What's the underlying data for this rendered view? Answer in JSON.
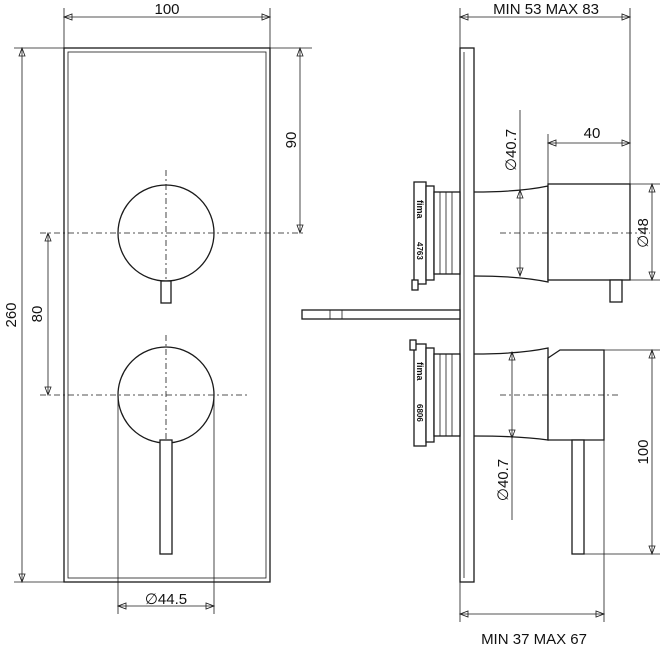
{
  "dimensions": {
    "width_top": "100",
    "upper_offset": "90",
    "height_total": "260",
    "knob_spacing": "80",
    "knob_diameter": "∅44.5",
    "depth_range_top": "MIN 53 MAX 83",
    "knob_depth": "40",
    "body_diameter_upper": "∅40.7",
    "knob_outer_diameter": "∅48",
    "body_diameter_lower": "∅40.7",
    "lever_length": "100",
    "depth_range_bottom": "MIN 37 MAX 67"
  },
  "part_labels": {
    "brand_upper": "fima",
    "code_upper": "4763",
    "brand_lower": "fima",
    "code_lower": "6806"
  }
}
